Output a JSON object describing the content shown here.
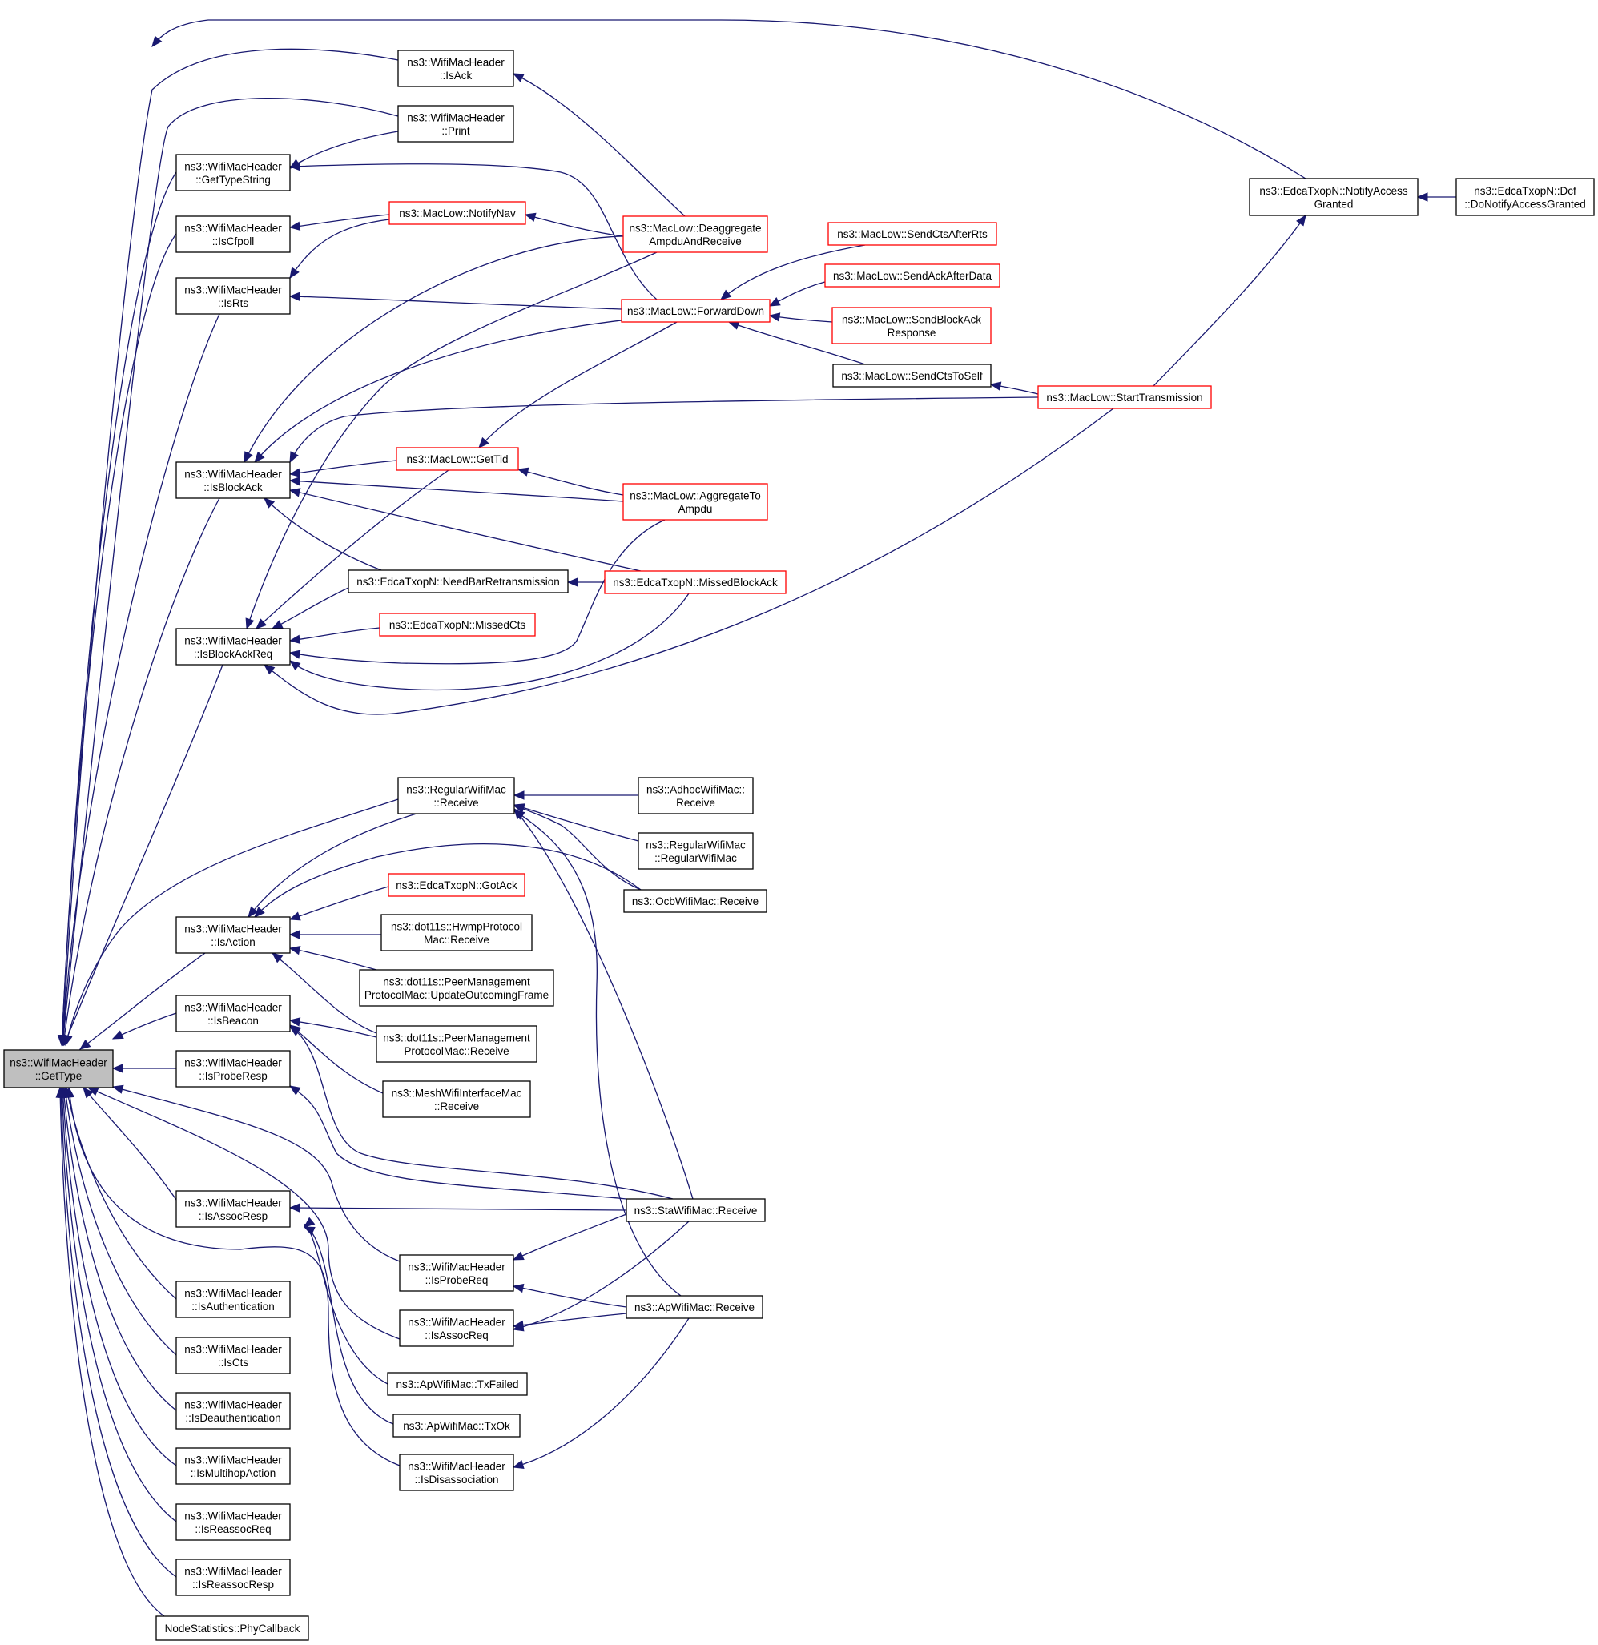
{
  "graph": {
    "root": "n_root",
    "nodes": [
      {
        "id": "n_root",
        "lines": [
          "ns3::WifiMacHeader",
          "::GetType"
        ],
        "style": "root"
      },
      {
        "id": "n_isack",
        "lines": [
          "ns3::WifiMacHeader",
          "::IsAck"
        ],
        "style": "normal"
      },
      {
        "id": "n_print",
        "lines": [
          "ns3::WifiMacHeader",
          "::Print"
        ],
        "style": "normal"
      },
      {
        "id": "n_gettypestring",
        "lines": [
          "ns3::WifiMacHeader",
          "::GetTypeString"
        ],
        "style": "normal"
      },
      {
        "id": "n_iscfpoll",
        "lines": [
          "ns3::WifiMacHeader",
          "::IsCfpoll"
        ],
        "style": "normal"
      },
      {
        "id": "n_isrts",
        "lines": [
          "ns3::WifiMacHeader",
          "::IsRts"
        ],
        "style": "normal"
      },
      {
        "id": "n_isblockack",
        "lines": [
          "ns3::WifiMacHeader",
          "::IsBlockAck"
        ],
        "style": "normal"
      },
      {
        "id": "n_isblockackreq",
        "lines": [
          "ns3::WifiMacHeader",
          "::IsBlockAckReq"
        ],
        "style": "normal"
      },
      {
        "id": "n_isaction",
        "lines": [
          "ns3::WifiMacHeader",
          "::IsAction"
        ],
        "style": "normal"
      },
      {
        "id": "n_isbeacon",
        "lines": [
          "ns3::WifiMacHeader",
          "::IsBeacon"
        ],
        "style": "normal"
      },
      {
        "id": "n_isproberesp",
        "lines": [
          "ns3::WifiMacHeader",
          "::IsProbeResp"
        ],
        "style": "normal"
      },
      {
        "id": "n_isassocresp",
        "lines": [
          "ns3::WifiMacHeader",
          "::IsAssocResp"
        ],
        "style": "normal"
      },
      {
        "id": "n_isauth",
        "lines": [
          "ns3::WifiMacHeader",
          "::IsAuthentication"
        ],
        "style": "normal"
      },
      {
        "id": "n_iscts",
        "lines": [
          "ns3::WifiMacHeader",
          "::IsCts"
        ],
        "style": "normal"
      },
      {
        "id": "n_isdeauth",
        "lines": [
          "ns3::WifiMacHeader",
          "::IsDeauthentication"
        ],
        "style": "normal"
      },
      {
        "id": "n_ismultihop",
        "lines": [
          "ns3::WifiMacHeader",
          "::IsMultihopAction"
        ],
        "style": "normal"
      },
      {
        "id": "n_isreassocreq",
        "lines": [
          "ns3::WifiMacHeader",
          "::IsReassocReq"
        ],
        "style": "normal"
      },
      {
        "id": "n_isreassocresp",
        "lines": [
          "ns3::WifiMacHeader",
          "::IsReassocResp"
        ],
        "style": "normal"
      },
      {
        "id": "n_nodestats",
        "lines": [
          "NodeStatistics::PhyCallback"
        ],
        "style": "normal"
      },
      {
        "id": "n_notifynav",
        "lines": [
          "ns3::MacLow::NotifyNav"
        ],
        "style": "red"
      },
      {
        "id": "n_gettid",
        "lines": [
          "ns3::MacLow::GetTid"
        ],
        "style": "red"
      },
      {
        "id": "n_needbar",
        "lines": [
          "ns3::EdcaTxopN::NeedBarRetransmission"
        ],
        "style": "normal"
      },
      {
        "id": "n_missedcts",
        "lines": [
          "ns3::EdcaTxopN::MissedCts"
        ],
        "style": "red"
      },
      {
        "id": "n_regrecv",
        "lines": [
          "ns3::RegularWifiMac",
          "::Receive"
        ],
        "style": "normal"
      },
      {
        "id": "n_gotack",
        "lines": [
          "ns3::EdcaTxopN::GotAck"
        ],
        "style": "red"
      },
      {
        "id": "n_hwmp",
        "lines": [
          "ns3::dot11s::HwmpProtocol",
          "Mac::Receive"
        ],
        "style": "normal"
      },
      {
        "id": "n_pmupdate",
        "lines": [
          "ns3::dot11s::PeerManagement",
          "ProtocolMac::UpdateOutcomingFrame"
        ],
        "style": "normal"
      },
      {
        "id": "n_pmrecv",
        "lines": [
          "ns3::dot11s::PeerManagement",
          "ProtocolMac::Receive"
        ],
        "style": "normal"
      },
      {
        "id": "n_meshrecv",
        "lines": [
          "ns3::MeshWifiInterfaceMac",
          "::Receive"
        ],
        "style": "normal"
      },
      {
        "id": "n_isprobereq",
        "lines": [
          "ns3::WifiMacHeader",
          "::IsProbeReq"
        ],
        "style": "normal"
      },
      {
        "id": "n_isassocreq",
        "lines": [
          "ns3::WifiMacHeader",
          "::IsAssocReq"
        ],
        "style": "normal"
      },
      {
        "id": "n_txfailed",
        "lines": [
          "ns3::ApWifiMac::TxFailed"
        ],
        "style": "normal"
      },
      {
        "id": "n_txok",
        "lines": [
          "ns3::ApWifiMac::TxOk"
        ],
        "style": "normal"
      },
      {
        "id": "n_isdisassoc",
        "lines": [
          "ns3::WifiMacHeader",
          "::IsDisassociation"
        ],
        "style": "normal"
      },
      {
        "id": "n_deaggr",
        "lines": [
          "ns3::MacLow::Deaggregate",
          "AmpduAndReceive"
        ],
        "style": "red"
      },
      {
        "id": "n_forwarddown",
        "lines": [
          "ns3::MacLow::ForwardDown"
        ],
        "style": "red"
      },
      {
        "id": "n_aggr",
        "lines": [
          "ns3::MacLow::AggregateTo",
          "Ampdu"
        ],
        "style": "red"
      },
      {
        "id": "n_missedba",
        "lines": [
          "ns3::EdcaTxopN::MissedBlockAck"
        ],
        "style": "red"
      },
      {
        "id": "n_adhocrecv",
        "lines": [
          "ns3::AdhocWifiMac::",
          "Receive"
        ],
        "style": "normal"
      },
      {
        "id": "n_regctor",
        "lines": [
          "ns3::RegularWifiMac",
          "::RegularWifiMac"
        ],
        "style": "normal"
      },
      {
        "id": "n_ocbrecv",
        "lines": [
          "ns3::OcbWifiMac::Receive"
        ],
        "style": "normal"
      },
      {
        "id": "n_starecv",
        "lines": [
          "ns3::StaWifiMac::Receive"
        ],
        "style": "normal"
      },
      {
        "id": "n_aprecv",
        "lines": [
          "ns3::ApWifiMac::Receive"
        ],
        "style": "normal"
      },
      {
        "id": "n_sendctsrts",
        "lines": [
          "ns3::MacLow::SendCtsAfterRts"
        ],
        "style": "red"
      },
      {
        "id": "n_sendackdata",
        "lines": [
          "ns3::MacLow::SendAckAfterData"
        ],
        "style": "red"
      },
      {
        "id": "n_sendbaresp",
        "lines": [
          "ns3::MacLow::SendBlockAck",
          "Response"
        ],
        "style": "red"
      },
      {
        "id": "n_sendctsself",
        "lines": [
          "ns3::MacLow::SendCtsToSelf"
        ],
        "style": "normal"
      },
      {
        "id": "n_starttx",
        "lines": [
          "ns3::MacLow::StartTransmission"
        ],
        "style": "red"
      },
      {
        "id": "n_notifyaccess",
        "lines": [
          "ns3::EdcaTxopN::NotifyAccess",
          "Granted"
        ],
        "style": "normal"
      },
      {
        "id": "n_dcf",
        "lines": [
          "ns3::EdcaTxopN::Dcf",
          "::DoNotifyAccessGranted"
        ],
        "style": "normal"
      }
    ],
    "edges": [
      [
        "n_isack",
        "n_root"
      ],
      [
        "n_print",
        "n_root"
      ],
      [
        "n_gettypestring",
        "n_root"
      ],
      [
        "n_iscfpoll",
        "n_root"
      ],
      [
        "n_isrts",
        "n_root"
      ],
      [
        "n_isblockack",
        "n_root"
      ],
      [
        "n_isblockackreq",
        "n_root"
      ],
      [
        "n_regrecv",
        "n_root"
      ],
      [
        "n_isaction",
        "n_root"
      ],
      [
        "n_isbeacon",
        "n_root"
      ],
      [
        "n_isproberesp",
        "n_root"
      ],
      [
        "n_isassocresp",
        "n_root"
      ],
      [
        "n_isprobereq",
        "n_root"
      ],
      [
        "n_isassocreq",
        "n_root"
      ],
      [
        "n_isdisassoc",
        "n_root"
      ],
      [
        "n_isauth",
        "n_root"
      ],
      [
        "n_iscts",
        "n_root"
      ],
      [
        "n_isdeauth",
        "n_root"
      ],
      [
        "n_ismultihop",
        "n_root"
      ],
      [
        "n_isreassocreq",
        "n_root"
      ],
      [
        "n_isreassocresp",
        "n_root"
      ],
      [
        "n_nodestats",
        "n_root"
      ],
      [
        "n_notifyaccess",
        "n_root"
      ],
      [
        "n_deaggr",
        "n_isack"
      ],
      [
        "n_print",
        "n_gettypestring"
      ],
      [
        "n_forwarddown",
        "n_gettypestring"
      ],
      [
        "n_notifynav",
        "n_iscfpoll"
      ],
      [
        "n_notifynav",
        "n_isrts"
      ],
      [
        "n_forwarddown",
        "n_isrts"
      ],
      [
        "n_deaggr",
        "n_notifynav"
      ],
      [
        "n_deaggr",
        "n_isblockack"
      ],
      [
        "n_forwarddown",
        "n_isblockack"
      ],
      [
        "n_starttx",
        "n_isblockack"
      ],
      [
        "n_gettid",
        "n_isblockack"
      ],
      [
        "n_aggr",
        "n_isblockack"
      ],
      [
        "n_needbar",
        "n_isblockack"
      ],
      [
        "n_missedba",
        "n_isblockack"
      ],
      [
        "n_deaggr",
        "n_isblockackreq"
      ],
      [
        "n_gettid",
        "n_isblockackreq"
      ],
      [
        "n_needbar",
        "n_isblockackreq"
      ],
      [
        "n_missedcts",
        "n_isblockackreq"
      ],
      [
        "n_aggr",
        "n_isblockackreq"
      ],
      [
        "n_missedba",
        "n_isblockackreq"
      ],
      [
        "n_starttx",
        "n_isblockackreq"
      ],
      [
        "n_forwarddown",
        "n_gettid"
      ],
      [
        "n_aggr",
        "n_gettid"
      ],
      [
        "n_missedba",
        "n_needbar"
      ],
      [
        "n_sendctsrts",
        "n_forwarddown"
      ],
      [
        "n_sendackdata",
        "n_forwarddown"
      ],
      [
        "n_sendbaresp",
        "n_forwarddown"
      ],
      [
        "n_sendctsself",
        "n_forwarddown"
      ],
      [
        "n_starttx",
        "n_sendctsself"
      ],
      [
        "n_starttx",
        "n_notifyaccess"
      ],
      [
        "n_dcf",
        "n_notifyaccess"
      ],
      [
        "n_regrecv",
        "n_isaction"
      ],
      [
        "n_ocbrecv",
        "n_isaction"
      ],
      [
        "n_gotack",
        "n_isaction"
      ],
      [
        "n_hwmp",
        "n_isaction"
      ],
      [
        "n_pmupdate",
        "n_isaction"
      ],
      [
        "n_pmrecv",
        "n_isaction"
      ],
      [
        "n_adhocrecv",
        "n_regrecv"
      ],
      [
        "n_regctor",
        "n_regrecv"
      ],
      [
        "n_ocbrecv",
        "n_regrecv"
      ],
      [
        "n_starecv",
        "n_regrecv"
      ],
      [
        "n_aprecv",
        "n_regrecv"
      ],
      [
        "n_pmrecv",
        "n_isbeacon"
      ],
      [
        "n_meshrecv",
        "n_isbeacon"
      ],
      [
        "n_starecv",
        "n_isbeacon"
      ],
      [
        "n_starecv",
        "n_isproberesp"
      ],
      [
        "n_starecv",
        "n_isassocresp"
      ],
      [
        "n_txfailed",
        "n_isassocresp"
      ],
      [
        "n_txok",
        "n_isassocresp"
      ],
      [
        "n_starecv",
        "n_isprobereq"
      ],
      [
        "n_aprecv",
        "n_isprobereq"
      ],
      [
        "n_starecv",
        "n_isassocreq"
      ],
      [
        "n_aprecv",
        "n_isassocreq"
      ],
      [
        "n_aprecv",
        "n_isdisassoc"
      ]
    ]
  }
}
